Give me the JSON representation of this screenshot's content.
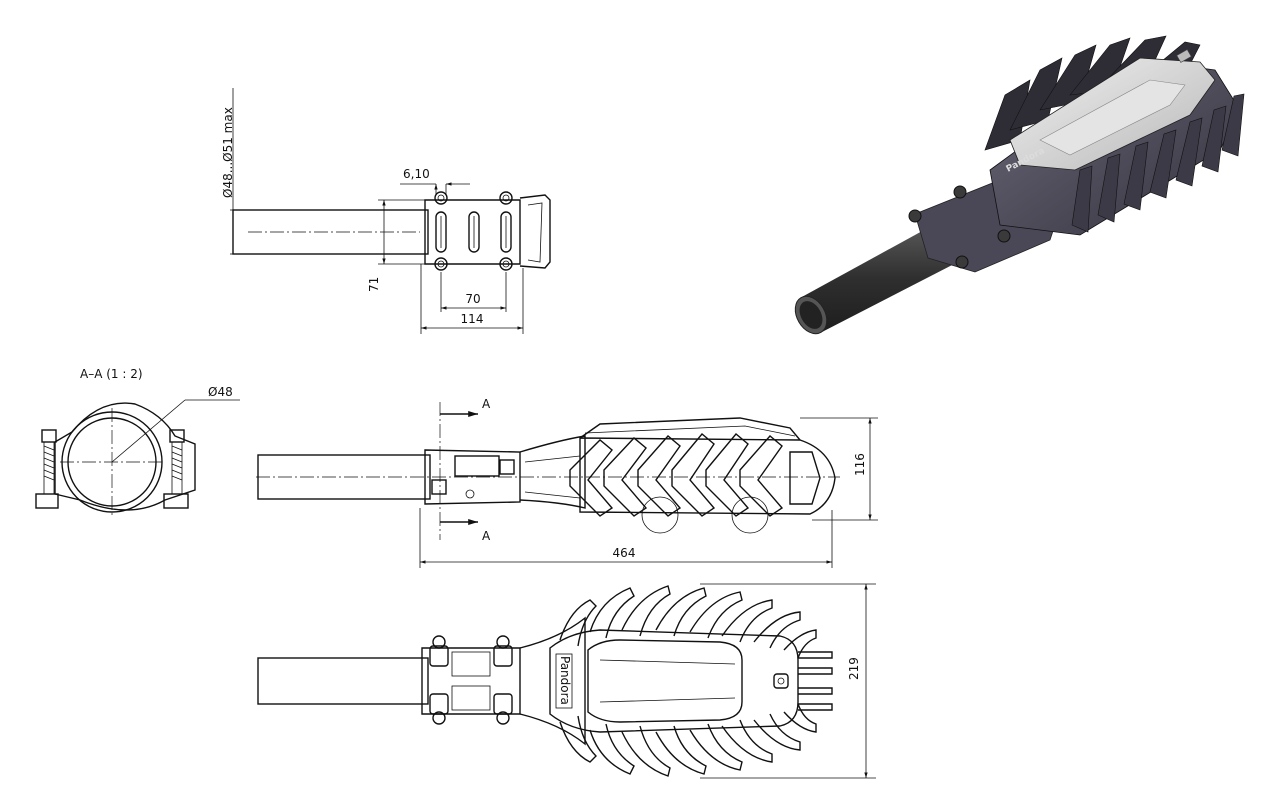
{
  "labels": {
    "dim_diameter_range": "Ø48...Ø51 max",
    "dim_6_10": "6,10",
    "dim_71": "71",
    "dim_70": "70",
    "dim_114": "114",
    "section_title": "A–A (1 : 2)",
    "dim_d48": "Ø48",
    "section_mark_top": "A",
    "section_mark_bottom": "A",
    "dim_116": "116",
    "dim_464": "464",
    "dim_219": "219",
    "brand_logo": "Pandora"
  },
  "colors": {
    "line": "#111111",
    "render_body": "#4a4856",
    "render_cover": "#d6d6d6",
    "render_pipe": "#3a3a3a"
  }
}
